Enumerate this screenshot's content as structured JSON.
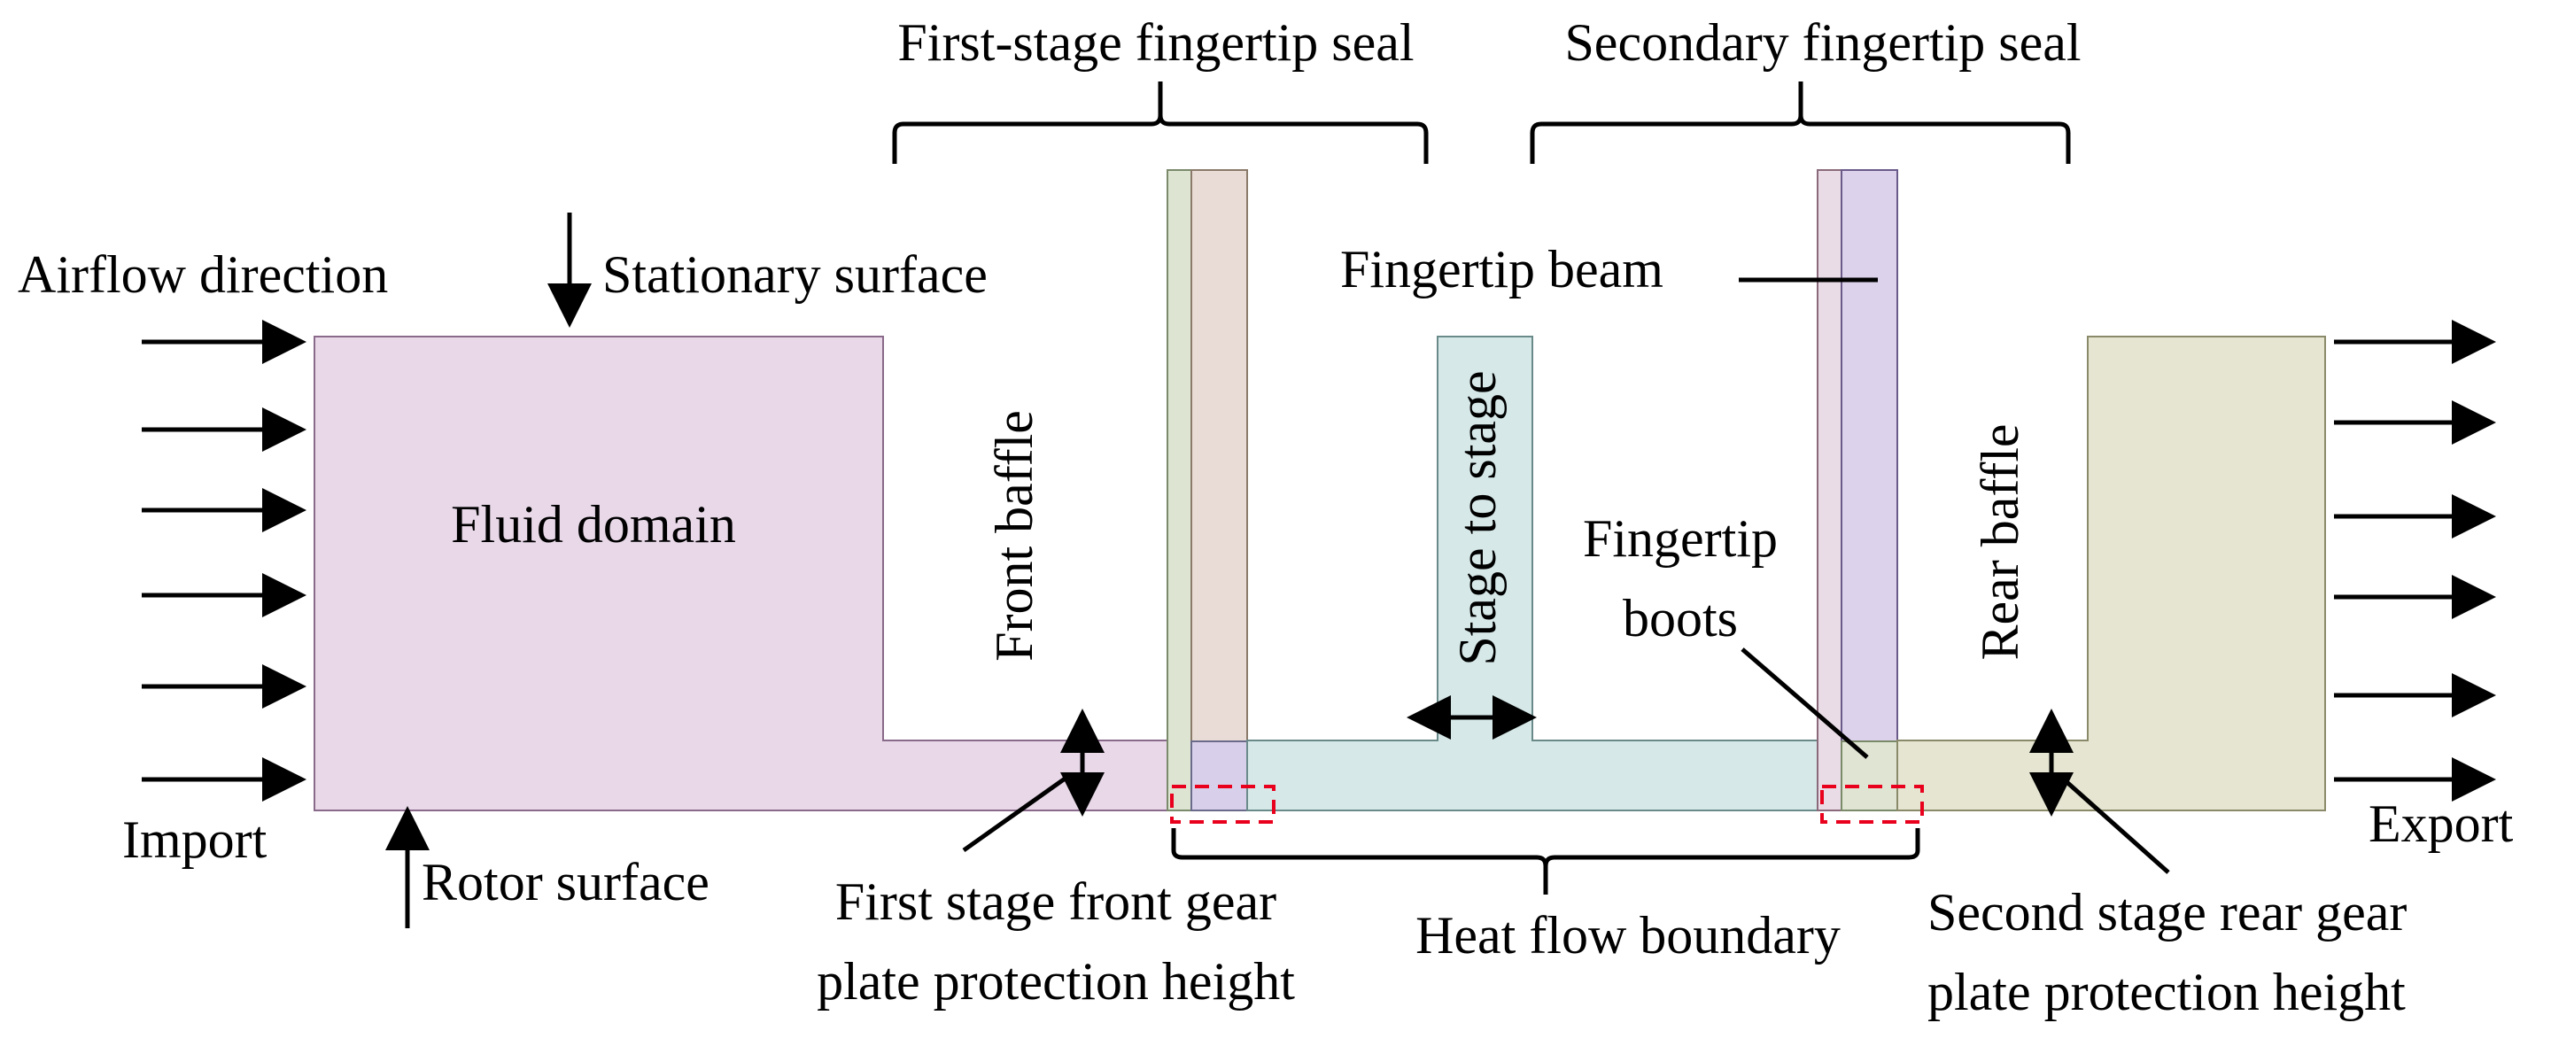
{
  "labels": {
    "first_stage_seal": "First-stage fingertip seal",
    "secondary_seal": "Secondary fingertip seal",
    "airflow_direction": "Airflow direction",
    "stationary_surface": "Stationary surface",
    "fingertip_beam": "Fingertip beam",
    "fluid_domain": "Fluid domain",
    "front_baffle": "Front baffle",
    "stage_to_stage": "Stage to stage",
    "fingertip_boots_1": "Fingertip",
    "fingertip_boots_2": "boots",
    "rear_baffle": "Rear baffle",
    "import": "Import",
    "export": "Export",
    "rotor_surface": "Rotor surface",
    "first_front_gear_1": "First stage front gear",
    "first_front_gear_2": "plate protection height",
    "heat_flow_boundary": "Heat flow boundary",
    "second_rear_gear_1": "Second stage rear gear",
    "second_rear_gear_2": "plate protection height"
  },
  "colors": {
    "fluid_domain": "#e8d8e8",
    "fluid_stroke": "#8a6a8a",
    "front_plate": "#dde5d2",
    "front_beam": "#e9dcd6",
    "boot": "#d8d0ea",
    "interstage": "#d6e8e8",
    "rear_plate": "#e9dce6",
    "rear_beam": "#dcd2ec",
    "rear_domain": "#e5e5d2",
    "dash": "#e8001c",
    "line": "#000000"
  }
}
